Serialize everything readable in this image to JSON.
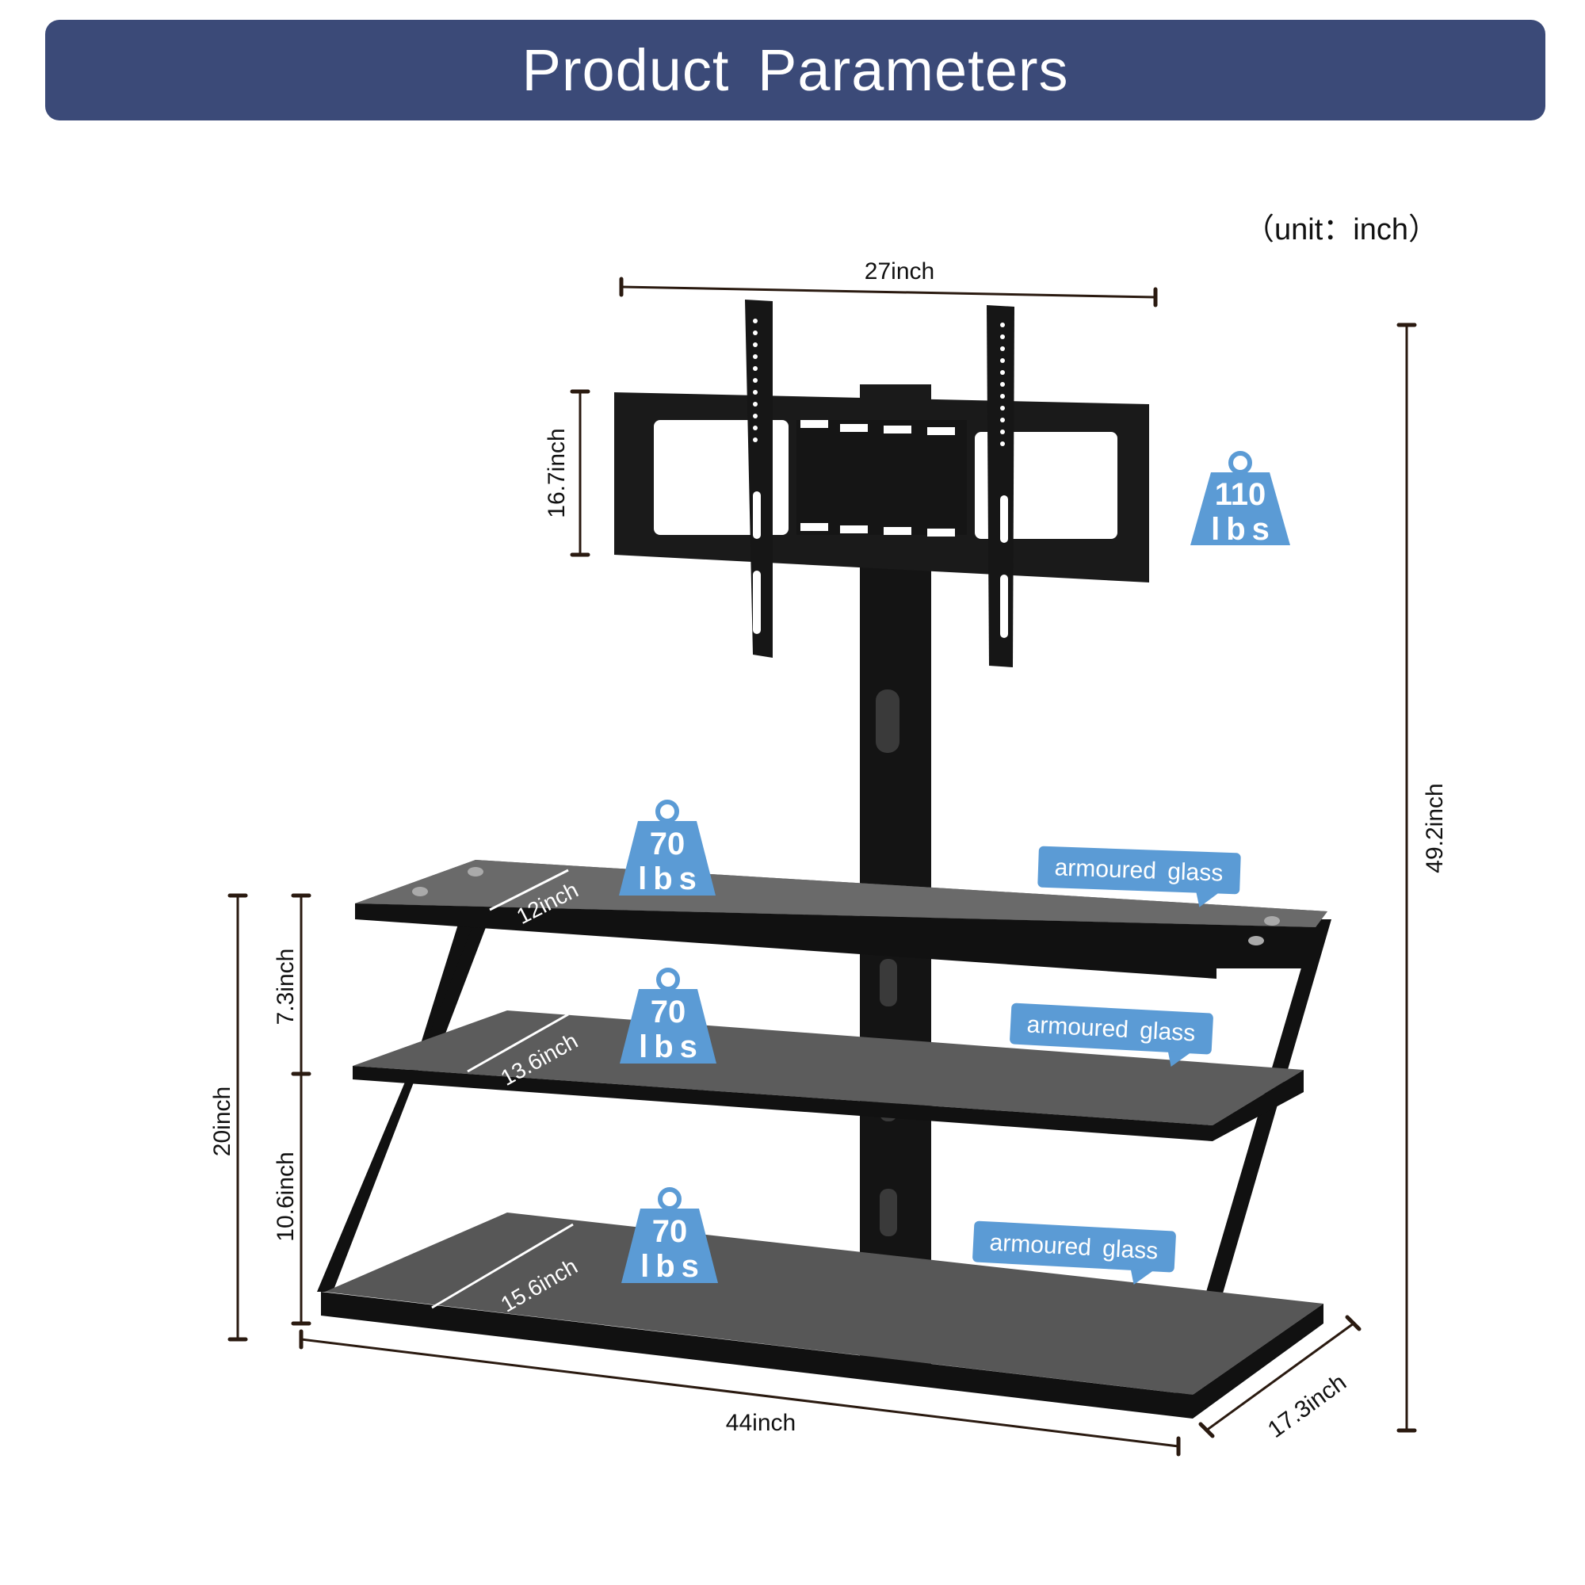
{
  "header": {
    "title": "Product  Parameters",
    "color": "#3b4a78"
  },
  "unit_note": "（unit：inch）",
  "dimensions": {
    "mount_width": "27inch",
    "mount_height": "16.7inch",
    "total_height": "49.2inch",
    "shelf_section_height": "20inch",
    "upper_gap": "7.3inch",
    "lower_gap": "10.6inch",
    "base_width": "44inch",
    "base_depth": "17.3inch",
    "top_shelf_depth": "12inch",
    "middle_shelf_depth": "13.6inch",
    "bottom_shelf_depth": "15.6inch"
  },
  "load_badges": {
    "mount": {
      "value": "110",
      "unit": "lbs"
    },
    "top_shelf": {
      "value": "70",
      "unit": "lbs"
    },
    "middle_shelf": {
      "value": "70",
      "unit": "lbs"
    },
    "bottom_shelf": {
      "value": "70",
      "unit": "lbs"
    },
    "color": "#5b9bd5"
  },
  "glass_labels": {
    "top": "armoured glass",
    "middle": "armoured glass",
    "bottom": "armoured glass"
  },
  "icons": [
    "weight-icon",
    "tv-mount-icon",
    "glass-shelf-icon"
  ]
}
